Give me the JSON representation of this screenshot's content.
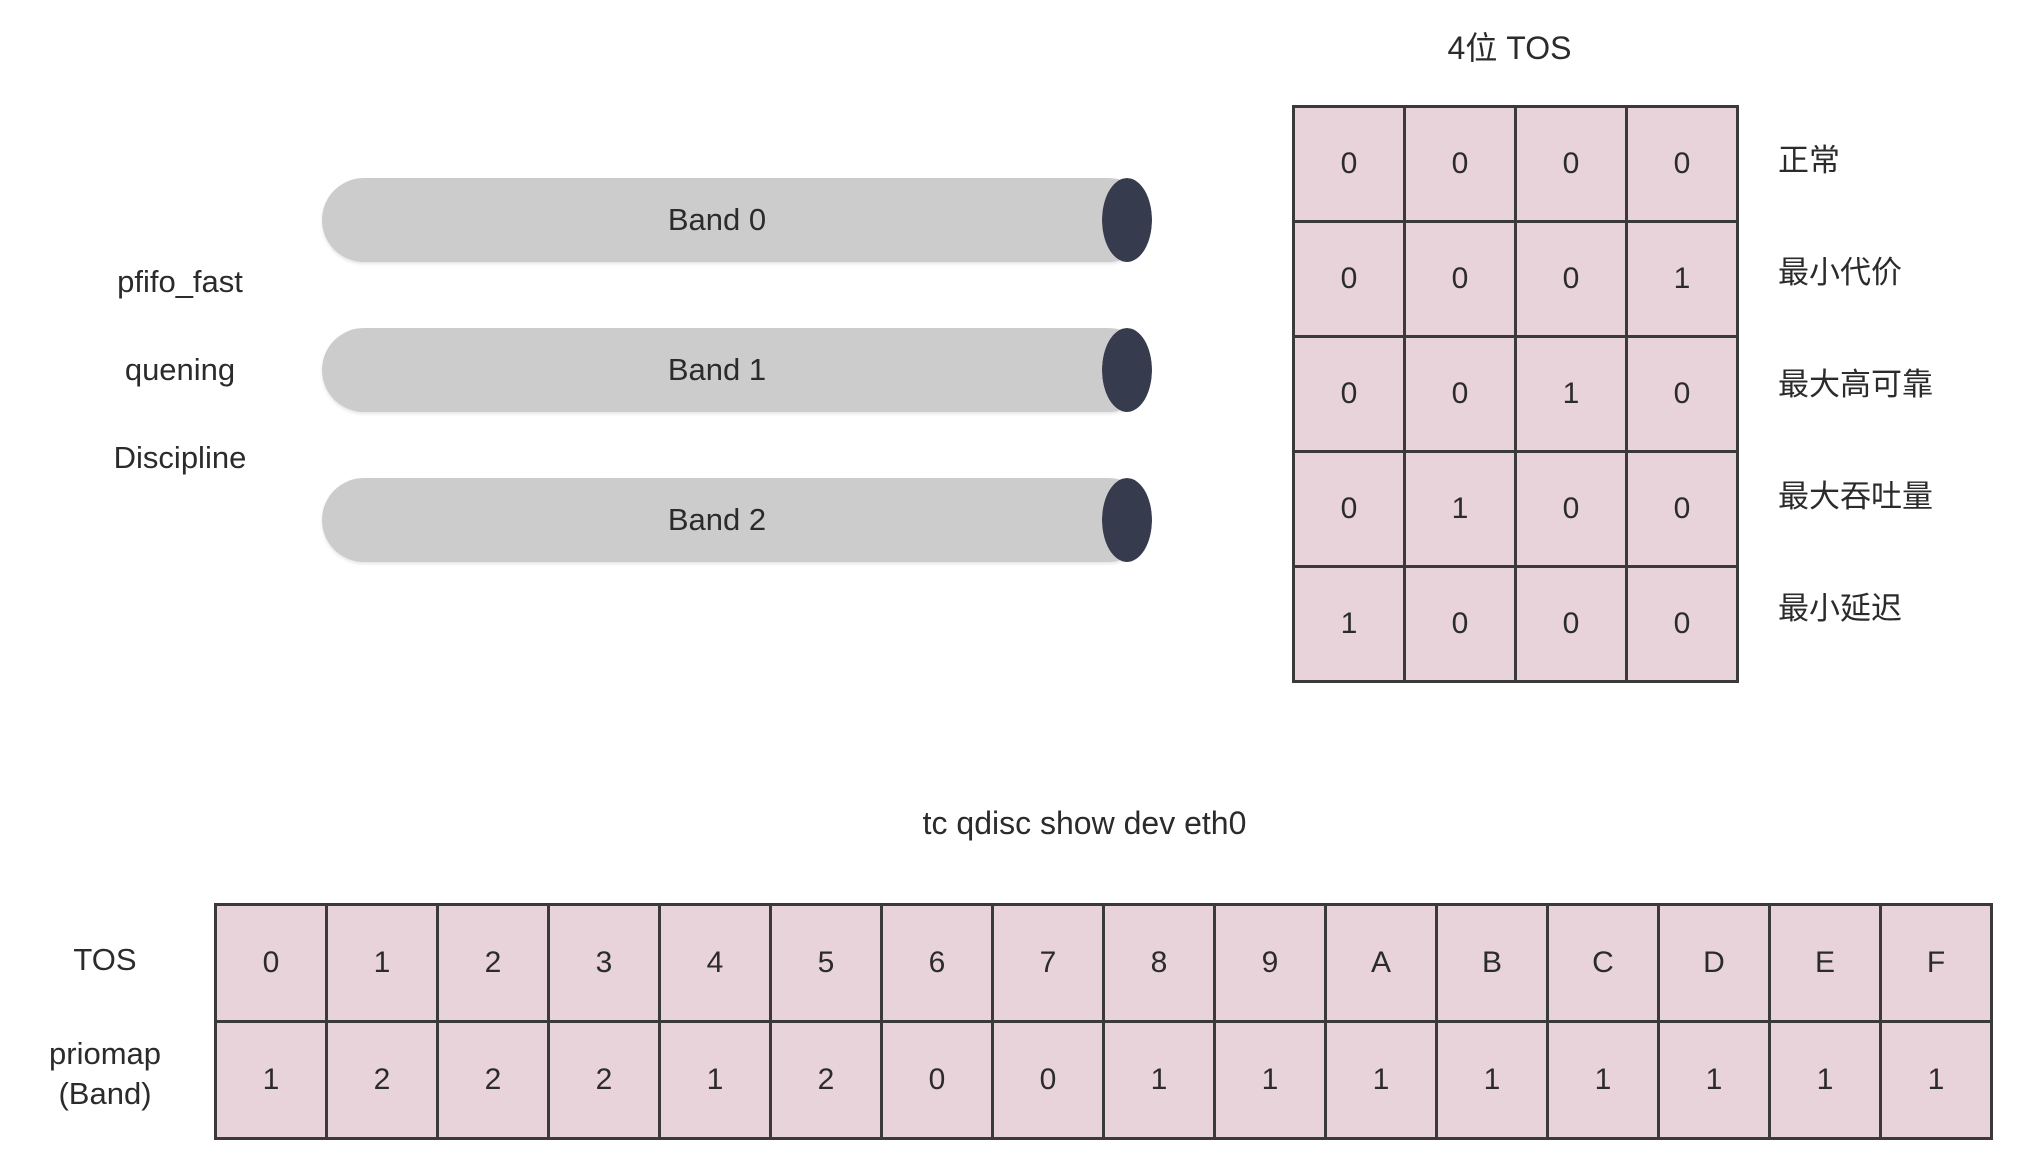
{
  "qdisc": {
    "lines": [
      "pfifo_fast",
      "quening",
      "Discipline"
    ]
  },
  "bands": [
    {
      "label": "Band 0"
    },
    {
      "label": "Band 1"
    },
    {
      "label": "Band 2"
    }
  ],
  "tos_table": {
    "title": "4位 TOS",
    "rows": [
      {
        "bits": [
          "0",
          "0",
          "0",
          "0"
        ],
        "meaning": "正常"
      },
      {
        "bits": [
          "0",
          "0",
          "0",
          "1"
        ],
        "meaning": "最小代价"
      },
      {
        "bits": [
          "0",
          "0",
          "1",
          "0"
        ],
        "meaning": "最大高可靠"
      },
      {
        "bits": [
          "0",
          "1",
          "0",
          "0"
        ],
        "meaning": "最大吞吐量"
      },
      {
        "bits": [
          "1",
          "0",
          "0",
          "0"
        ],
        "meaning": "最小延迟"
      }
    ]
  },
  "priomap": {
    "title": "tc qdisc show dev eth0",
    "row_labels": [
      "TOS",
      "priomap\n(Band)"
    ],
    "row_label_tos": "TOS",
    "row_label_priomap_line1": "priomap",
    "row_label_priomap_line2": "(Band)",
    "tos_values": [
      "0",
      "1",
      "2",
      "3",
      "4",
      "5",
      "6",
      "7",
      "8",
      "9",
      "A",
      "B",
      "C",
      "D",
      "E",
      "F"
    ],
    "band_values": [
      "1",
      "2",
      "2",
      "2",
      "1",
      "2",
      "0",
      "0",
      "1",
      "1",
      "1",
      "1",
      "1",
      "1",
      "1",
      "1"
    ]
  },
  "colors": {
    "cell_fill": "#e7d3d9",
    "cell_border": "#3a3a3a",
    "band_fill": "#cccccc",
    "band_cap": "#363b4d",
    "text": "#2b2b2b",
    "background": "#ffffff"
  }
}
